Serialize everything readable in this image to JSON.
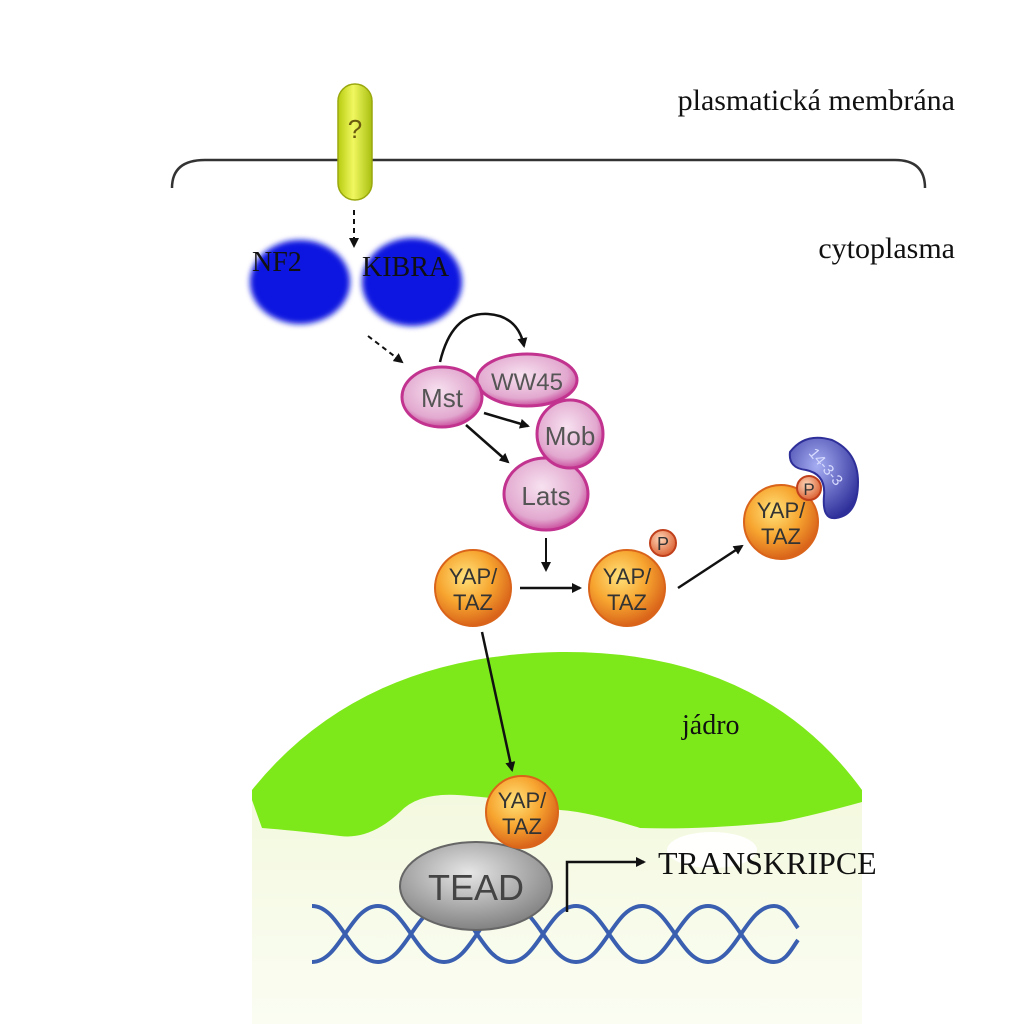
{
  "labels": {
    "membrane": "plasmatická membrána",
    "cytoplasm": "cytoplasma",
    "nucleus": "jádro",
    "transcription": "TRANSKRIPCE"
  },
  "receptor": {
    "label": "?"
  },
  "proteins": {
    "nf2": "NF2",
    "kibra": "KIBRA",
    "mst": "Mst",
    "ww45": "WW45",
    "mob": "Mob",
    "lats": "Lats",
    "yap_line1": "YAP/",
    "yap_line2": "TAZ",
    "phospho": "P",
    "protein1433": "14-3-3",
    "tead": "TEAD"
  },
  "colors": {
    "nf2_kibra": "#0a18e0",
    "hippo_kinase": "#c2338f",
    "yap": "#f08a1c",
    "nucleus_green": "#7ee91a",
    "tead": "#8c8c8c",
    "dna": "#3a5fb0",
    "protein1433": "#3b3fa8"
  }
}
